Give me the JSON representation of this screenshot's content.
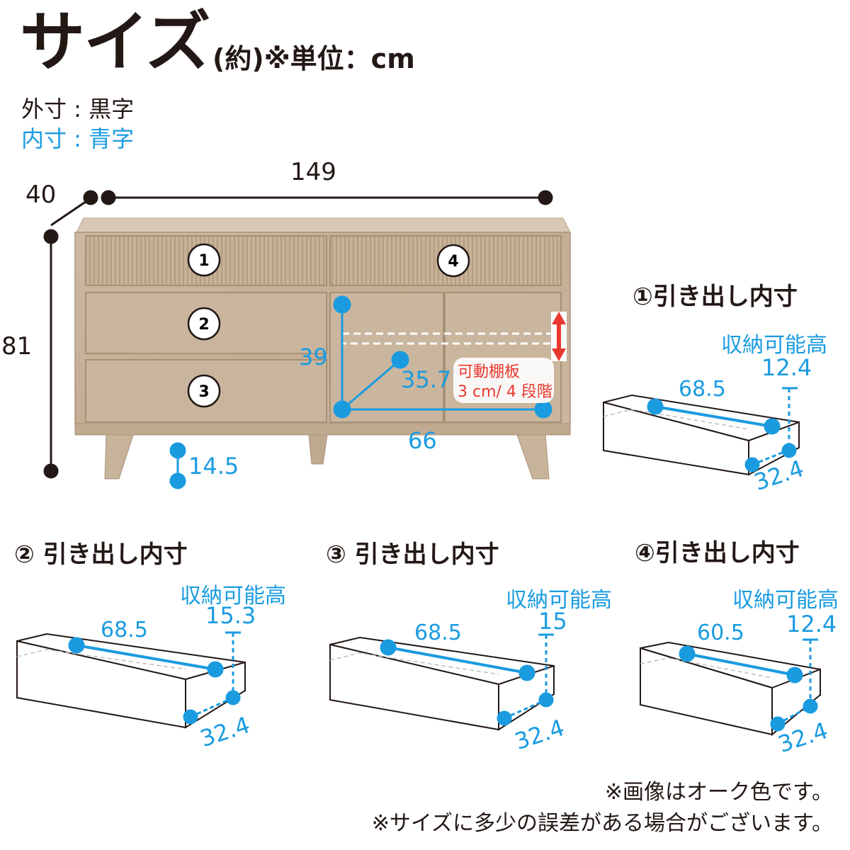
{
  "header": {
    "title": "サイズ",
    "unit_note": "(約)※単位：cm"
  },
  "legend": {
    "outer": "外寸 : 黒字",
    "inner": "内寸 : 青字"
  },
  "cabinet": {
    "width": "149",
    "depth": "40",
    "height": "81",
    "leg_height": "14.5",
    "inner_height": "39",
    "inner_depth": "35.7",
    "inner_width": "66",
    "shelf_label": "可動棚板",
    "shelf_spec": "3 cm/ 4 段階",
    "drawer_labels": [
      "1",
      "2",
      "3",
      "4"
    ]
  },
  "drawers": [
    {
      "title": "①引き出し内寸",
      "storage_label": "収納可能高",
      "height": "12.4",
      "width": "68.5",
      "depth": "32.4"
    },
    {
      "title": "② 引き出し内寸",
      "storage_label": "収納可能高",
      "height": "15.3",
      "width": "68.5",
      "depth": "32.4"
    },
    {
      "title": "③ 引き出し内寸",
      "storage_label": "収納可能高",
      "height": "15",
      "width": "68.5",
      "depth": "32.4"
    },
    {
      "title": "④引き出し内寸",
      "storage_label": "収納可能高",
      "height": "12.4",
      "width": "60.5",
      "depth": "32.4"
    }
  ],
  "notes": {
    "line1": "※画像はオーク色です。",
    "line2": "※サイズに多少の誤差がある場合がございます。"
  },
  "colors": {
    "inner_dimension": "#1a9be0",
    "outer_dimension": "#231815",
    "shelf_arrow": "#e8382f",
    "wood": "#c9b59e"
  }
}
